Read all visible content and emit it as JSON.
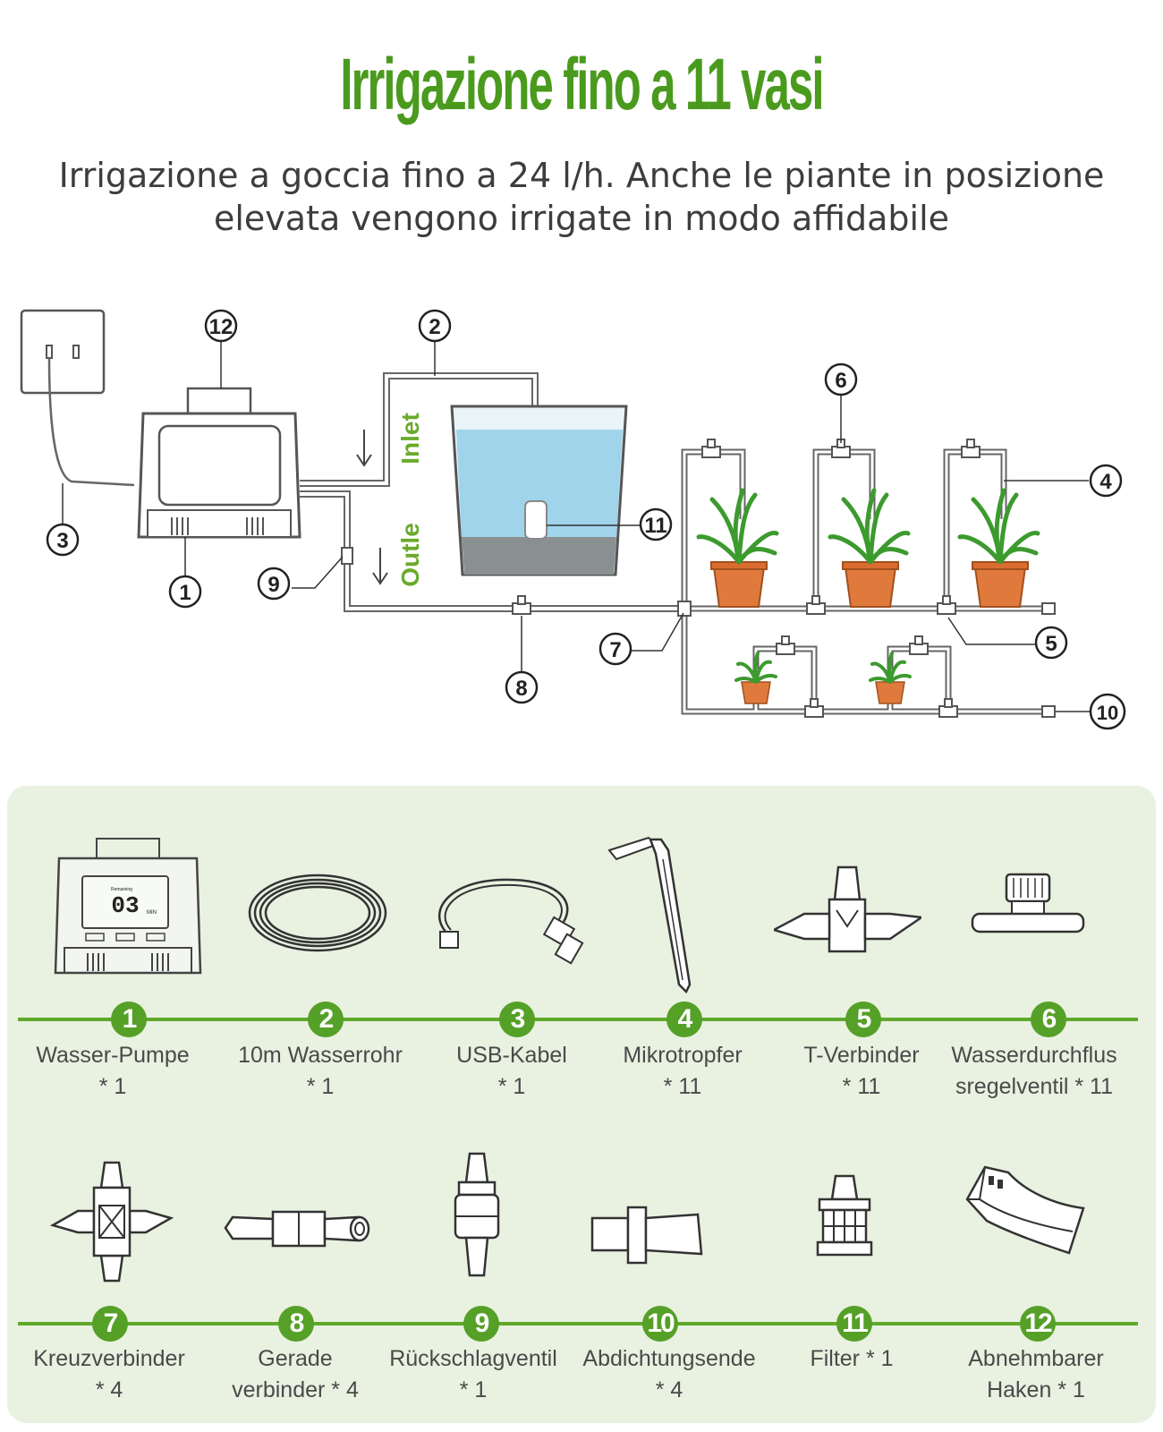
{
  "header": {
    "title": "Irrigazione fino a 11 vasi",
    "subtitle_line1": "Irrigazione a goccia fino a 24 l/h. Anche le piante in posizione",
    "subtitle_line2": "elevata vengono irrigate in modo affidabile"
  },
  "diagram": {
    "inlet_label": "Inlet",
    "outlet_label": "Outle",
    "callouts": [
      "1",
      "2",
      "3",
      "4",
      "5",
      "6",
      "7",
      "8",
      "9",
      "10",
      "11",
      "12"
    ],
    "pump_display": "03",
    "pump_display_unit": "MIN",
    "pump_display_caption": "Remaining"
  },
  "parts": [
    {
      "number": "1",
      "line1": "Wasser-Pumpe",
      "line2": "* 1",
      "icon": "water-pump-icon"
    },
    {
      "number": "2",
      "line1": "10m Wasserrohr",
      "line2": "* 1",
      "icon": "water-hose-icon"
    },
    {
      "number": "3",
      "line1": "USB-Kabel",
      "line2": "* 1",
      "icon": "usb-cable-icon"
    },
    {
      "number": "4",
      "line1": "Mikrotropfer",
      "line2": "* 11",
      "icon": "micro-dripper-icon"
    },
    {
      "number": "5",
      "line1": "T-Verbinder",
      "line2": "* 11",
      "icon": "t-connector-icon"
    },
    {
      "number": "6",
      "line1": "Wasserdurchflus",
      "line2": "sregelventil * 11",
      "icon": "flow-control-valve-icon"
    },
    {
      "number": "7",
      "line1": "Kreuzverbinder",
      "line2": "* 4",
      "icon": "cross-connector-icon"
    },
    {
      "number": "8",
      "line1": "Gerade",
      "line2": "verbinder * 4",
      "icon": "straight-connector-icon"
    },
    {
      "number": "9",
      "line1": "Rückschlagventil",
      "line2": "* 1",
      "icon": "check-valve-icon"
    },
    {
      "number": "10",
      "line1": "Abdichtungsende",
      "line2": "* 4",
      "icon": "sealing-end-icon"
    },
    {
      "number": "11",
      "line1": "Filter * 1",
      "line2": "",
      "icon": "filter-icon"
    },
    {
      "number": "12",
      "line1": "Abnehmbarer",
      "line2": "Haken * 1",
      "icon": "removable-hook-icon"
    }
  ],
  "colors": {
    "title_green": "#4a9a1e",
    "badge_green": "#55a027",
    "panel_background": "#e9f1e0",
    "water_blue": "#9fd4ea",
    "pot_orange": "#e07a3c"
  }
}
